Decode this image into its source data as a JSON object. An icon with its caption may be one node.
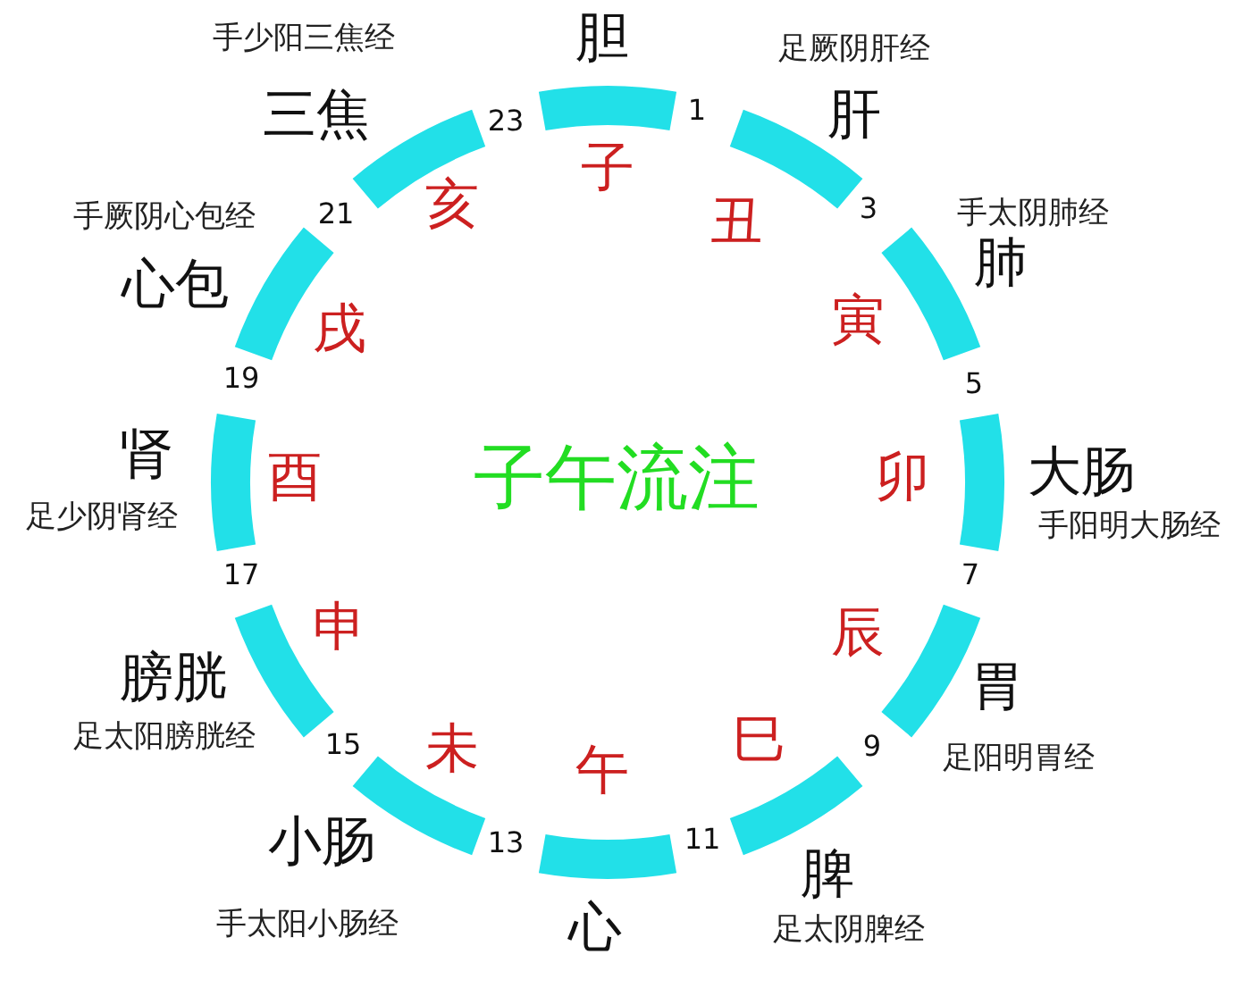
{
  "diagram": {
    "title": "子午流注",
    "labels": [
      "胆",
      "子",
      "1",
      "肝",
      "足厥阴肝经",
      "丑",
      "3",
      "肺",
      "手太阴肺经",
      "寅",
      "5",
      "大肠",
      "手阳明大肠经",
      "卯",
      "7",
      "胃",
      "足阳明胃经",
      "辰",
      "9",
      "脾",
      "足太阴脾经",
      "巳",
      "11",
      "心",
      "午",
      "13",
      "小肠",
      "手太阳小肠经",
      "未",
      "15",
      "膀胱",
      "足太阳膀胱经",
      "申",
      "17",
      "肾",
      "足少阴肾经",
      "酉",
      "19",
      "心包",
      "手厥阴心包经",
      "戌",
      "21",
      "三焦",
      "手少阳三焦经",
      "亥",
      "23"
    ]
  }
}
